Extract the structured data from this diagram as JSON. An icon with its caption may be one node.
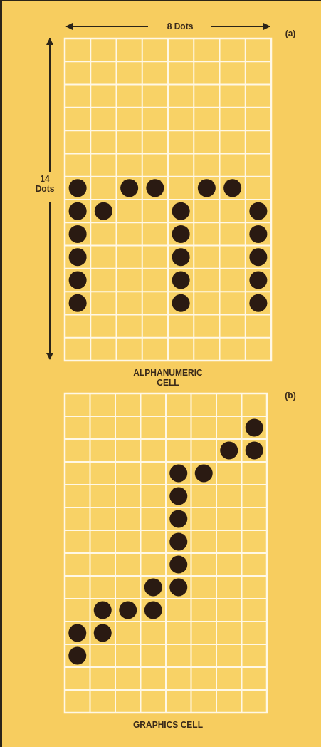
{
  "diagram": {
    "labels": [
      "8 Dots",
      "(a)",
      "14 Dots",
      "ALPHANUMERIC CELL",
      "(b)",
      "GRAPHICS CELL"
    ]
  }
}
